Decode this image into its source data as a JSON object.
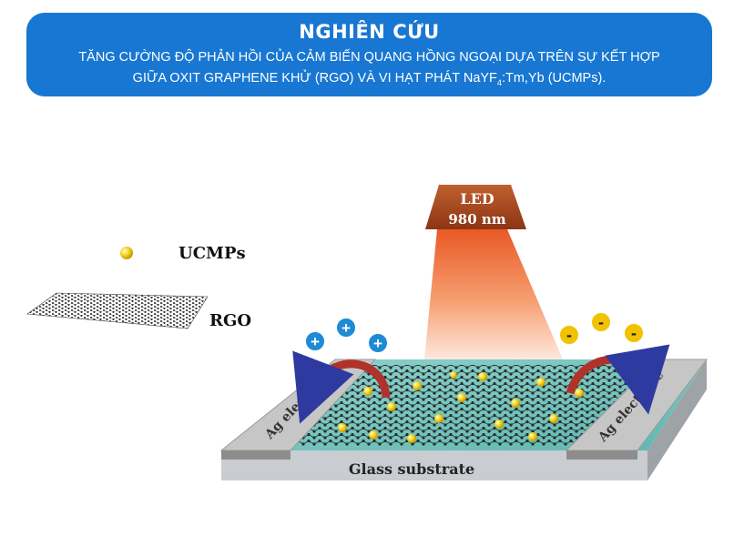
{
  "header": {
    "title": "NGHIÊN CỨU",
    "subtitle_line1": "TĂNG CƯỜNG ĐỘ PHẢN HỒI CỦA CẢM BIẾN QUANG HỒNG NGOẠI DỰA TRÊN SỰ KẾT HỢP",
    "subtitle_line2_pre": "GIỮA OXIT GRAPHENE KHỬ (RGO) VÀ VI HẠT PHÁT NaYF",
    "subtitle_line2_sub": "4",
    "subtitle_line2_post": ":Tm,Yb (UCMPs)."
  },
  "diagram": {
    "legend": {
      "ucmp_label": "UCMPs",
      "rgo_label": "RGO"
    },
    "led": {
      "line1": "LED",
      "line2": "980 nm"
    },
    "left_electrode_label": "Ag electrode",
    "right_electrode_label": "Ag electrode",
    "substrate_label": "Glass substrate",
    "positive_charge": "+",
    "negative_charge": "-",
    "colors": {
      "banner": "#1877d2",
      "led_box": "#a84a22",
      "beam": "#f05a1e",
      "charge_positive": "#1d8bd6",
      "charge_negative": "#f2c200",
      "particle": "#f4d21a",
      "arrow": "#b0322a"
    }
  }
}
